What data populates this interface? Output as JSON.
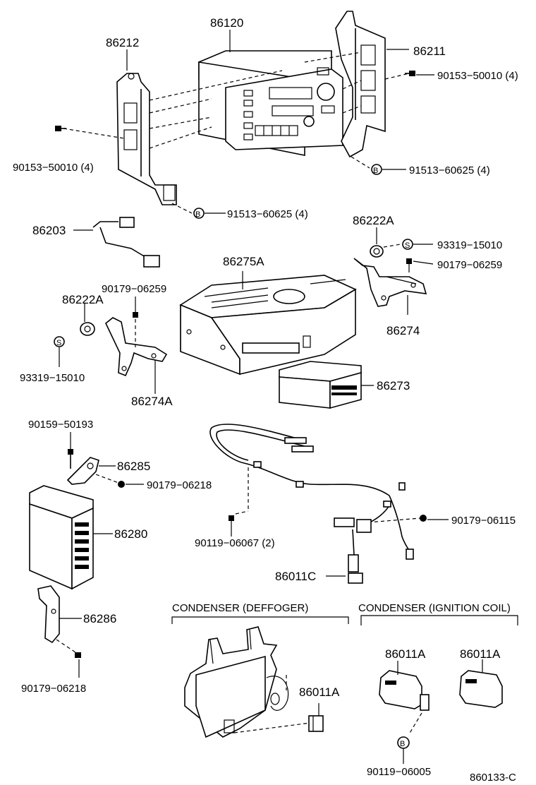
{
  "labels": {
    "p86120": "86120",
    "p86212": "86212",
    "p86211": "86211",
    "p90153_left": "90153−50010 (4)",
    "p90153_right": "90153−50010 (4)",
    "p91513_right": "91513−60625 (4)",
    "p91513_left": "91513−60625 (4)",
    "p86203": "86203",
    "p86222a_right": "86222A",
    "p93319_right": "93319−15010",
    "p90179_06259_right": "90179−06259",
    "p86274": "86274",
    "p86275a": "86275A",
    "p90179_06259_left": "90179−06259",
    "p86222a_left": "86222A",
    "p93319_left": "93319−15010",
    "p86274a": "86274A",
    "p86273": "86273",
    "p90159": "90159−50193",
    "p86285": "86285",
    "p90179_06218_top": "90179−06218",
    "p86280": "86280",
    "p90119_06067": "90119−06067 (2)",
    "p90179_06115": "90179−06115",
    "p86011c": "86011C",
    "p86286": "86286",
    "p90179_06218_bottom": "90179−06218",
    "condenser_defogger": "CONDENSER (DEFFOGER)",
    "condenser_ignition": "CONDENSER (IGNITION COIL)",
    "p86011a_1": "86011A",
    "p86011a_2": "86011A",
    "p86011a_3": "86011A",
    "p90119_06005": "90119−06005",
    "diagram_code": "860133-C"
  },
  "symbols": {
    "b": "B",
    "s": "S"
  }
}
